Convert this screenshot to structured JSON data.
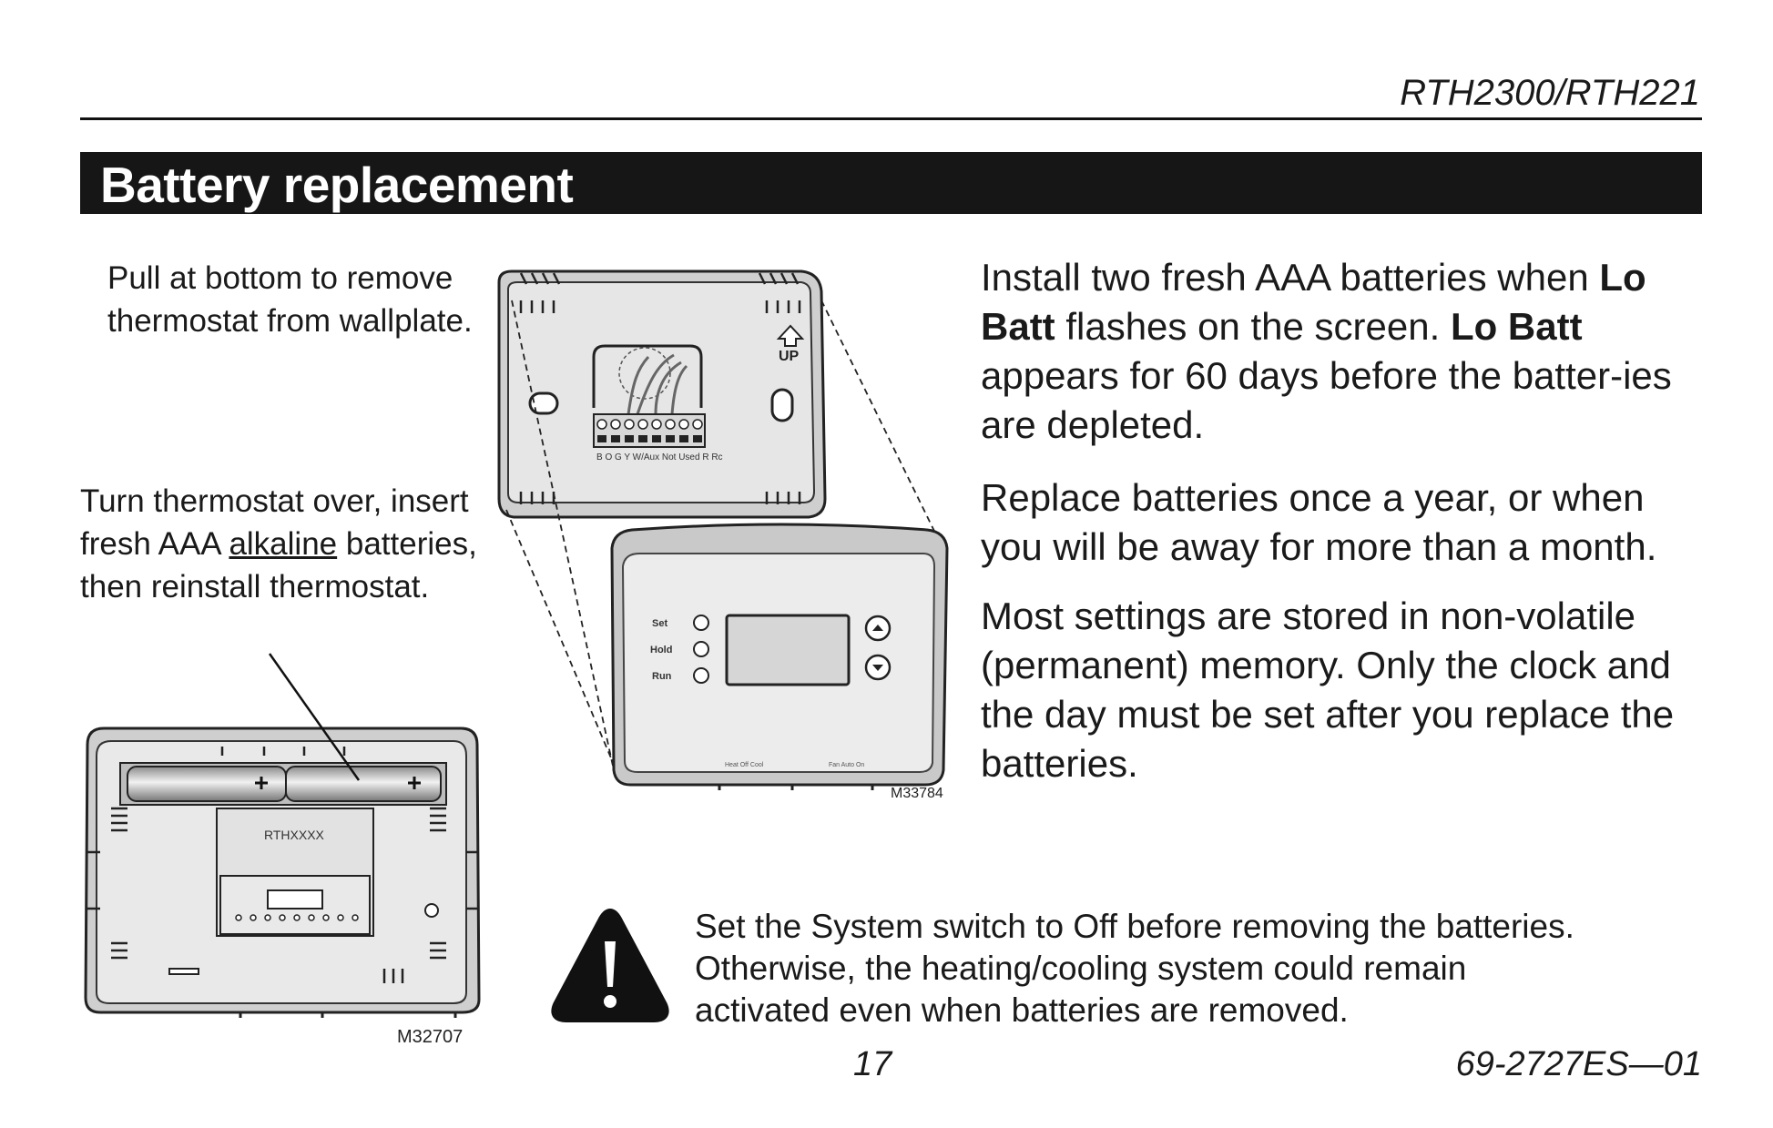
{
  "header": {
    "model": "RTH2300/RTH221"
  },
  "section": {
    "title": "Battery replacement"
  },
  "captions": {
    "pull": "Pull at bottom to remove thermostat from wallplate.",
    "turn_before": "Turn thermostat over, insert fresh AAA ",
    "turn_underlined": "alkaline",
    "turn_after": " batteries, then reinstall thermostat."
  },
  "figures": {
    "back_label": "RTHXXXX",
    "back_id": "M32707",
    "front_id": "M33784",
    "wallplate_up": "UP",
    "terminals": "B  O  G  Y  W/Aux  Not Used  R  Rc",
    "buttons": [
      "Set",
      "Hold",
      "Run"
    ],
    "switch_system": "Heat Off Cool",
    "switch_fan": "Fan Auto On"
  },
  "instructions": {
    "p1_a": "Install two fresh AAA batteries when ",
    "p1_bold1": "Lo Batt",
    "p1_b": " flashes on the screen. ",
    "p1_bold2": "Lo Batt",
    "p1_c": " appears for 60 days before the batter-ies are depleted.",
    "p2": "Replace batteries once a year, or when you will be away for more than a month.",
    "p3": "Most settings are stored in non-volatile (permanent) memory. Only the clock and the day must be set after you replace the batteries."
  },
  "warning": {
    "icon": "warning-triangle-icon",
    "text": "Set the System switch to Off before removing the batteries. Otherwise, the heating/cooling system could remain activated even when batteries are removed."
  },
  "footer": {
    "page": "17",
    "doc": "69-2727ES—01"
  }
}
